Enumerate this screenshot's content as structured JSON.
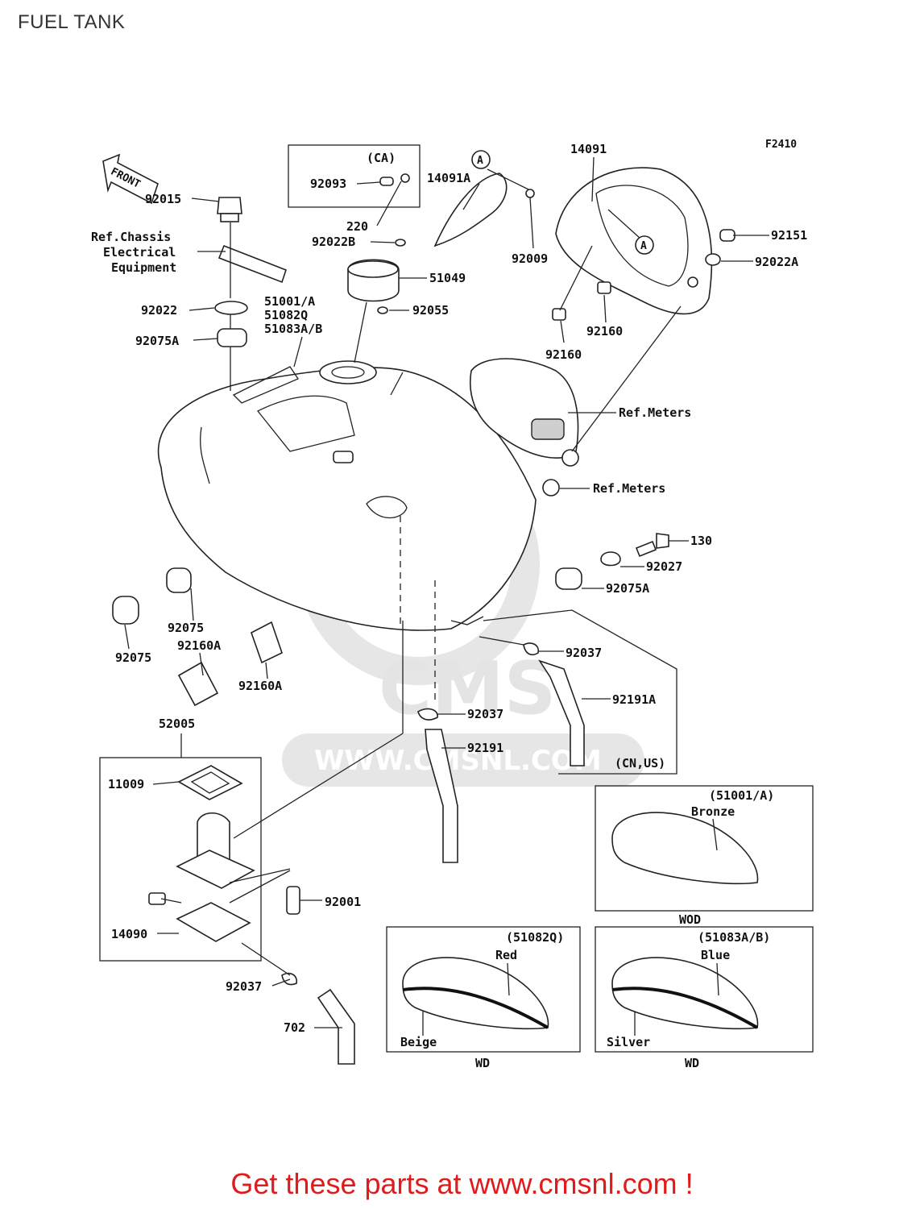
{
  "title": "FUEL TANK",
  "figure_code": "F2410",
  "footer": "Get these parts at www.cmsnl.com !",
  "watermark": {
    "brand": "CMS",
    "url": "WWW.CMSNL.COM"
  },
  "front_label": "FRONT",
  "callouts": {
    "p92015": "92015",
    "ref_chassis_1": "Ref.Chassis",
    "ref_chassis_2": "Electrical",
    "ref_chassis_3": "Equipment",
    "p92022": "92022",
    "p92075A_top": "92075A",
    "p51001_1": "51001/A",
    "p51001_2": "51082Q",
    "p51001_3": "51083A/B",
    "p92093": "92093",
    "ca": "(CA)",
    "p220": "220",
    "p92022B": "92022B",
    "p51049": "51049",
    "p92055": "92055",
    "p14091A": "14091A",
    "circle_a1": "A",
    "p92009": "92009",
    "p14091": "14091",
    "circle_a2": "A",
    "p92151": "92151",
    "p92022A": "92022A",
    "p92160_a": "92160",
    "p92160_b": "92160",
    "ref_meters_1": "Ref.Meters",
    "ref_meters_2": "Ref.Meters",
    "p130": "130",
    "p92027": "92027",
    "p92075A_r": "92075A",
    "p92037_r": "92037",
    "p92191A": "92191A",
    "cn_us": "(CN,US)",
    "p92075_l": "92075",
    "p92075_m": "92075",
    "p92160A_1": "92160A",
    "p92160A_2": "92160A",
    "p92037_c": "92037",
    "p92191": "92191",
    "p52005": "52005",
    "p11009": "11009",
    "p92001": "92001",
    "p14090": "14090",
    "p92037_b": "92037",
    "p702": "702"
  },
  "variants": {
    "v1": {
      "code": "(51001/A)",
      "color": "Bronze",
      "region": "WOD"
    },
    "v2": {
      "code": "(51082Q)",
      "color_top": "Red",
      "color_bottom": "Beige",
      "region": "WD"
    },
    "v3": {
      "code": "(51083A/B)",
      "color_top": "Blue",
      "color_bottom": "Silver",
      "region": "WD"
    }
  }
}
